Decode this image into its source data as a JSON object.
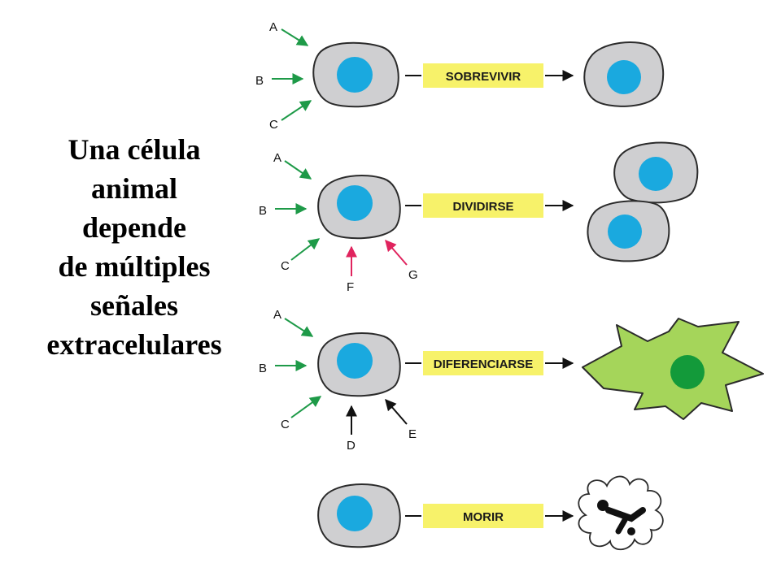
{
  "title_lines": [
    "Una célula",
    "animal",
    "depende",
    "de múltiples",
    "señales",
    "extracelulares"
  ],
  "rows": [
    {
      "action": "SOBREVIVIR",
      "signals": [
        "A",
        "B",
        "C"
      ]
    },
    {
      "action": "DIVIDIRSE",
      "signals": [
        "A",
        "B",
        "C",
        "F",
        "G"
      ]
    },
    {
      "action": "DIFERENCIARSE",
      "signals": [
        "A",
        "B",
        "C",
        "D",
        "E"
      ]
    },
    {
      "action": "MORIR",
      "signals": []
    }
  ],
  "colors": {
    "green_signal": "#1e9a48",
    "red_signal": "#e0245e",
    "black_signal": "#111111",
    "cell_fill": "#cfcfd1",
    "nucleus": "#1aa9df",
    "label_box": "#f7f26a",
    "differentiated_cell": "#a5d55a",
    "differentiated_nucleus": "#139a3a"
  }
}
